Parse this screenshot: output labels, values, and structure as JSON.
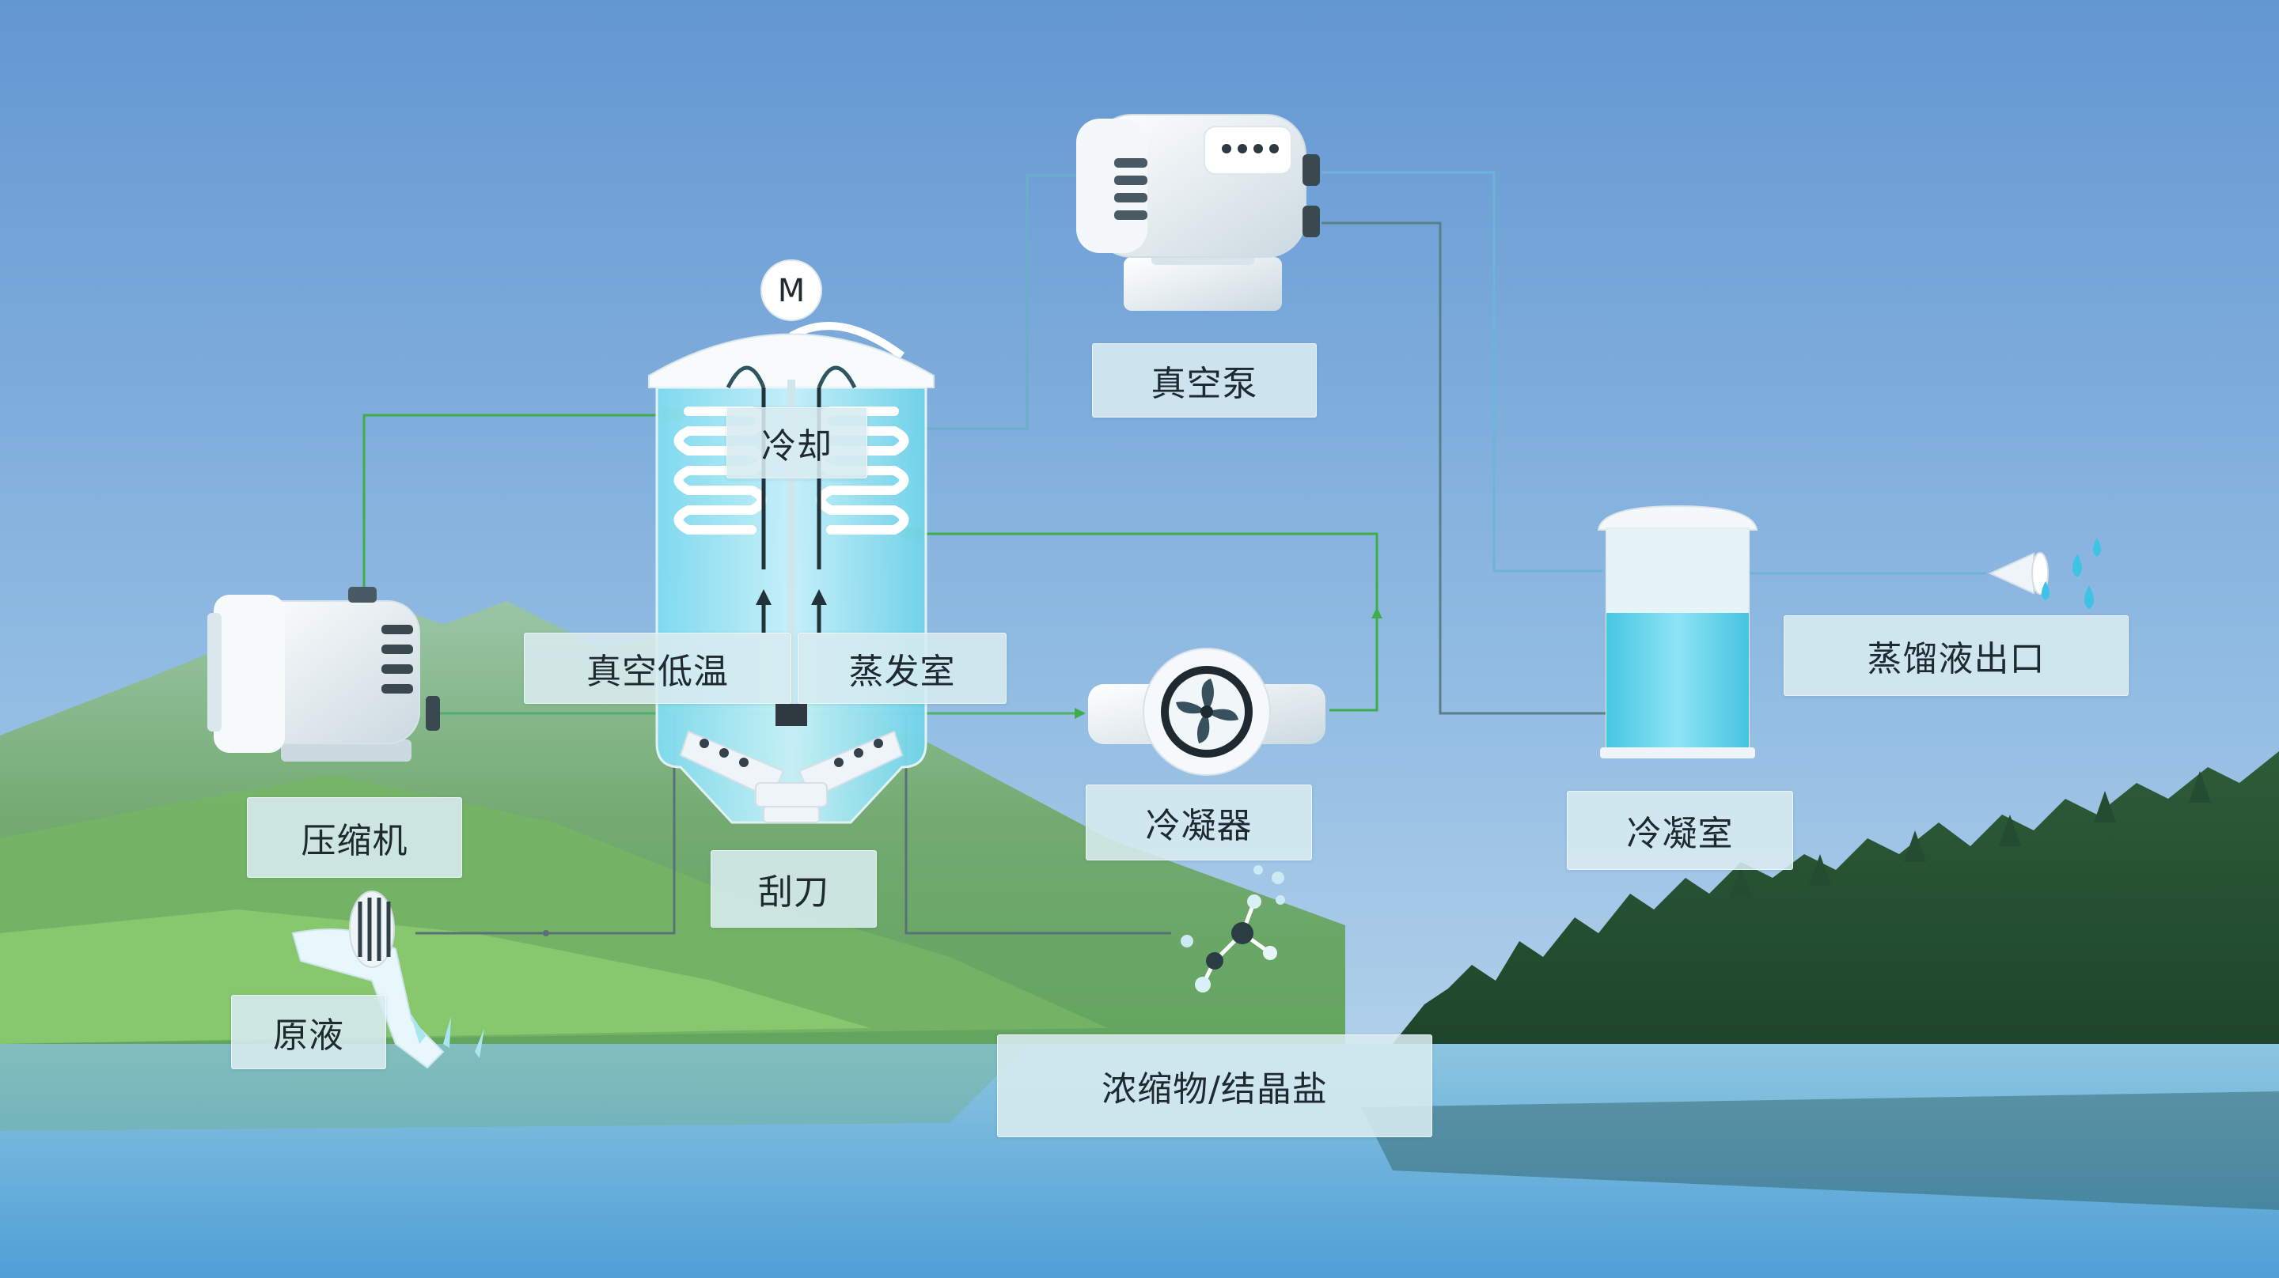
{
  "diagram": {
    "motor_symbol": "M",
    "labels": {
      "vacuum_pump": "真空泵",
      "cooling": "冷却",
      "vacuum_low_temp": "真空低温",
      "evaporation_chamber": "蒸发室",
      "compressor": "压缩机",
      "scraper": "刮刀",
      "condenser": "冷凝器",
      "condensing_chamber": "冷凝室",
      "distillate_outlet": "蒸馏液出口",
      "raw_liquid": "原液",
      "concentrate_salt": "浓缩物/结晶盐"
    },
    "icons": [
      "vacuum-pump-icon",
      "evaporator-tank-icon",
      "compressor-icon",
      "condenser-fan-icon",
      "condensing-tank-icon",
      "raw-liquid-pipe-icon",
      "crystal-molecule-icon",
      "water-drops-icon",
      "nozzle-icon"
    ],
    "colors": {
      "sky_top": "#6a9fd6",
      "sky_bottom": "#b9d6ea",
      "water": "#5aa8d8",
      "mountain": "#5f9a55",
      "forest": "#1f4a2c",
      "pipe": "#5b7f8c",
      "pipe_green": "#3fae4a",
      "liquid": "#4fd0ea",
      "equipment": "#eef4f7"
    }
  }
}
